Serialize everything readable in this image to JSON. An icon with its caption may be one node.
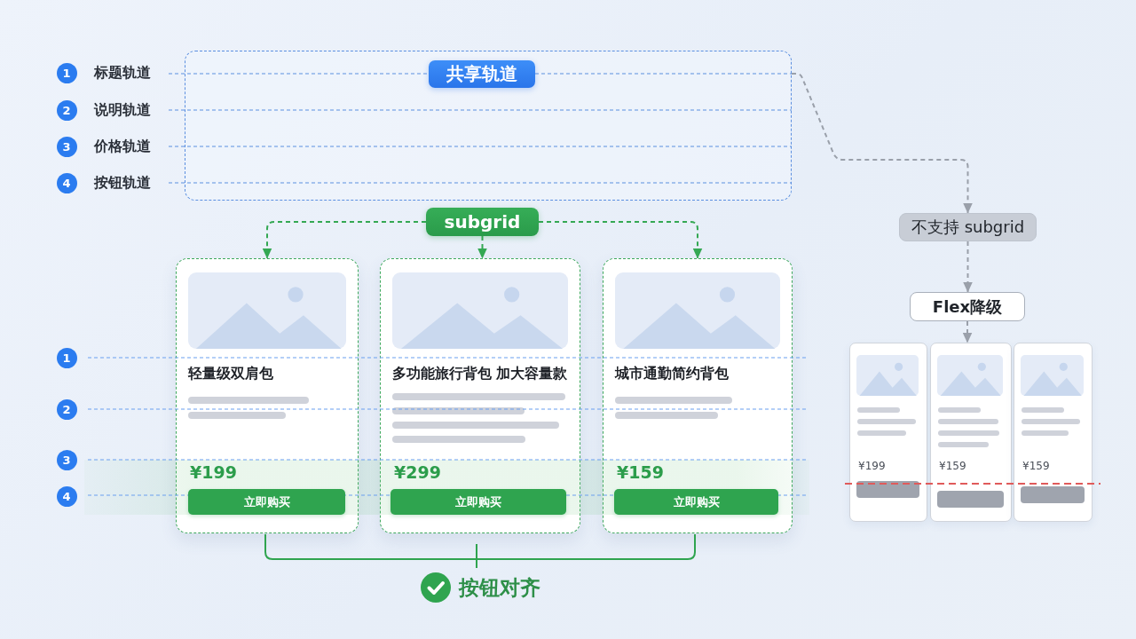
{
  "diagram": {
    "nodes": [
      {
        "text": [
          "共享轨道"
        ]
      },
      {
        "text": [
          "subgrid"
        ]
      },
      {
        "text": [
          "轻量级双肩包",
          "¥199"
        ]
      },
      {
        "text": [
          "立即购买"
        ],
        "in": 2
      },
      {
        "text": [
          "多功能旅行背包 加大容量款",
          "¥299"
        ]
      },
      {
        "text": [
          "立即购买"
        ],
        "in": 4
      },
      {
        "text": [
          "城市通勤简约背包",
          "¥159"
        ]
      },
      {
        "text": [
          "立即购买"
        ],
        "in": 6
      },
      {
        "text": [
          "不支持 subgrid"
        ]
      },
      {
        "text": [
          "Flex降级"
        ]
      },
      {
        "text": [
          "¥199"
        ]
      },
      {
        "text": [],
        "shape": "bar",
        "in": 10
      },
      {
        "text": [
          "¥159"
        ]
      },
      {
        "text": [],
        "shape": "bar",
        "in": 12
      },
      {
        "text": [
          "¥159"
        ]
      },
      {
        "text": [],
        "shape": "bar",
        "in": 14
      }
    ],
    "edges": [
      {
        "from": 0,
        "to": 8,
        "arrow": "to",
        "style": "dashed",
        "color": "#9aa0aa"
      },
      {
        "from": 1,
        "to": 2,
        "arrow": "to",
        "style": "dashed",
        "color": "#34a853"
      },
      {
        "from": 1,
        "to": 4,
        "arrow": "to",
        "style": "dashed",
        "color": "#34a853"
      },
      {
        "from": 1,
        "to": 6,
        "arrow": "to",
        "style": "dashed",
        "color": "#34a853"
      },
      {
        "from": 8,
        "to": 9,
        "arrow": "to",
        "style": "dashed",
        "color": "#9aa0aa"
      },
      {
        "from": 9,
        "to": 12,
        "arrow": "to",
        "style": "dashed",
        "color": "#9aa0aa"
      }
    ],
    "labels": [
      "1",
      "标题轨道",
      "2",
      "说明轨道",
      "3",
      "价格轨道",
      "4",
      "按钮轨道",
      "1",
      "2",
      "3",
      "4",
      "按钮对齐"
    ]
  }
}
